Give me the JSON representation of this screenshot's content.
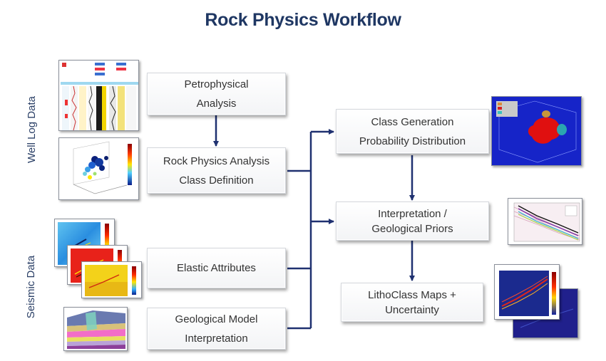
{
  "title": "Rock Physics Workflow",
  "side_labels": {
    "well_log": "Well Log Data",
    "seismic": "Seismic Data"
  },
  "boxes": {
    "petrophysical": [
      "Petrophysical",
      "Analysis"
    ],
    "rock_physics": [
      "Rock Physics Analysis",
      "Class Definition"
    ],
    "elastic": [
      "Elastic Attributes"
    ],
    "geological_model": [
      "Geological Model",
      "Interpretation"
    ],
    "class_generation": [
      "Class Generation",
      "Probability Distribution"
    ],
    "interpretation": [
      "Interpretation /",
      "Geological Priors"
    ],
    "lithoclass": [
      "LithoClass Maps +",
      "Uncertainty"
    ]
  },
  "colors": {
    "title": "#1f3763",
    "connector": "#1f3170",
    "box_text": "#333333"
  },
  "thumbnails": [
    "well-log-panel-thumbnail",
    "crossplot-3d-thumbnail",
    "seismic-attribute-stack-thumbnail",
    "geological-model-thumbnail",
    "class-pdf-3d-thumbnail",
    "priors-crossplot-thumbnail",
    "lithoclass-map-thumbnail"
  ]
}
